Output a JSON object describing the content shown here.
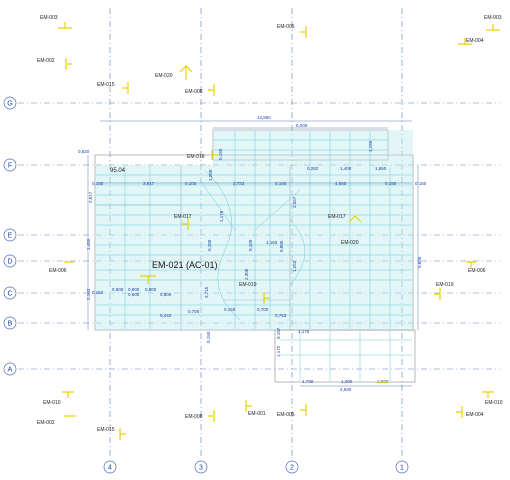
{
  "grid": {
    "rows": [
      "G",
      "F",
      "E",
      "D",
      "C",
      "B",
      "A"
    ],
    "cols": [
      "4",
      "3",
      "2",
      "1"
    ]
  },
  "labels": {
    "em003_l": "EM-003",
    "em005_t": "EM-005",
    "em003_r": "EM-003",
    "em004_tr": "EM-004",
    "em002_l": "EM-002",
    "em015_t": "EM-015",
    "em020_t": "EM-020",
    "em008_t": "EM-008",
    "em016": "EM-016",
    "em017_l": "EM-017",
    "em017_r": "EM-017",
    "em020_r": "EM-020",
    "em006_l": "EM-006",
    "em006_r": "EM-006",
    "em019_c": "EM-019",
    "em019_r": "EM-019",
    "em010_l": "EM-010",
    "em002_b": "EM-002",
    "em015_b": "EM-015",
    "em008_b": "EM-008",
    "em001_b": "EM-001",
    "em005_b": "EM-005",
    "em004_b": "EM-004",
    "em010_r": "EM-010"
  },
  "main_label": "EM-021 (AC-01)",
  "elevation": "95.04",
  "dims": {
    "d12860": "12,860",
    "d6000": "6,000",
    "d0820": "0,820",
    "d1150": "1,150",
    "d0150a": "0,150",
    "d3617": "3,617",
    "d0100a": "0,100",
    "d3733": "3,733",
    "d0100b": "0,100",
    "d0282": "0,282",
    "d1400a": "1,400",
    "d1650": "1,650",
    "d4650": "4,650",
    "d0150b": "0,150",
    "d2617": "2,617",
    "d3557": "3,557",
    "d1178a": "1,178",
    "d1163": "1,163",
    "d0100c": "0,100",
    "d0100d": "0,100",
    "d1450": "1,450",
    "d9600": "9,600",
    "d2163": "2,163",
    "d0150c": "0,150",
    "d0600a": "0,600",
    "d0800a": "0,800",
    "d0600b": "0,600",
    "d0800b": "0,800",
    "d2305": "2,305",
    "d3715": "3,715",
    "d0150d": "0,150",
    "d0700a": "0,700",
    "d0800c": "0,800",
    "d0763": "0,763",
    "d0440": "0,440",
    "d0700b": "0,700",
    "d0150e": "0,150",
    "d1178b": "1,178",
    "d1172": "1,172",
    "d0157": "0,157",
    "d1730": "1,730",
    "d1400b": "1,400",
    "d1600": "1,600",
    "d4930": "4,930",
    "d0150f": "0,150",
    "d1208": "1,208",
    "d0150g": "0,150",
    "d0800d": "0,800",
    "d1252": "1,252"
  }
}
